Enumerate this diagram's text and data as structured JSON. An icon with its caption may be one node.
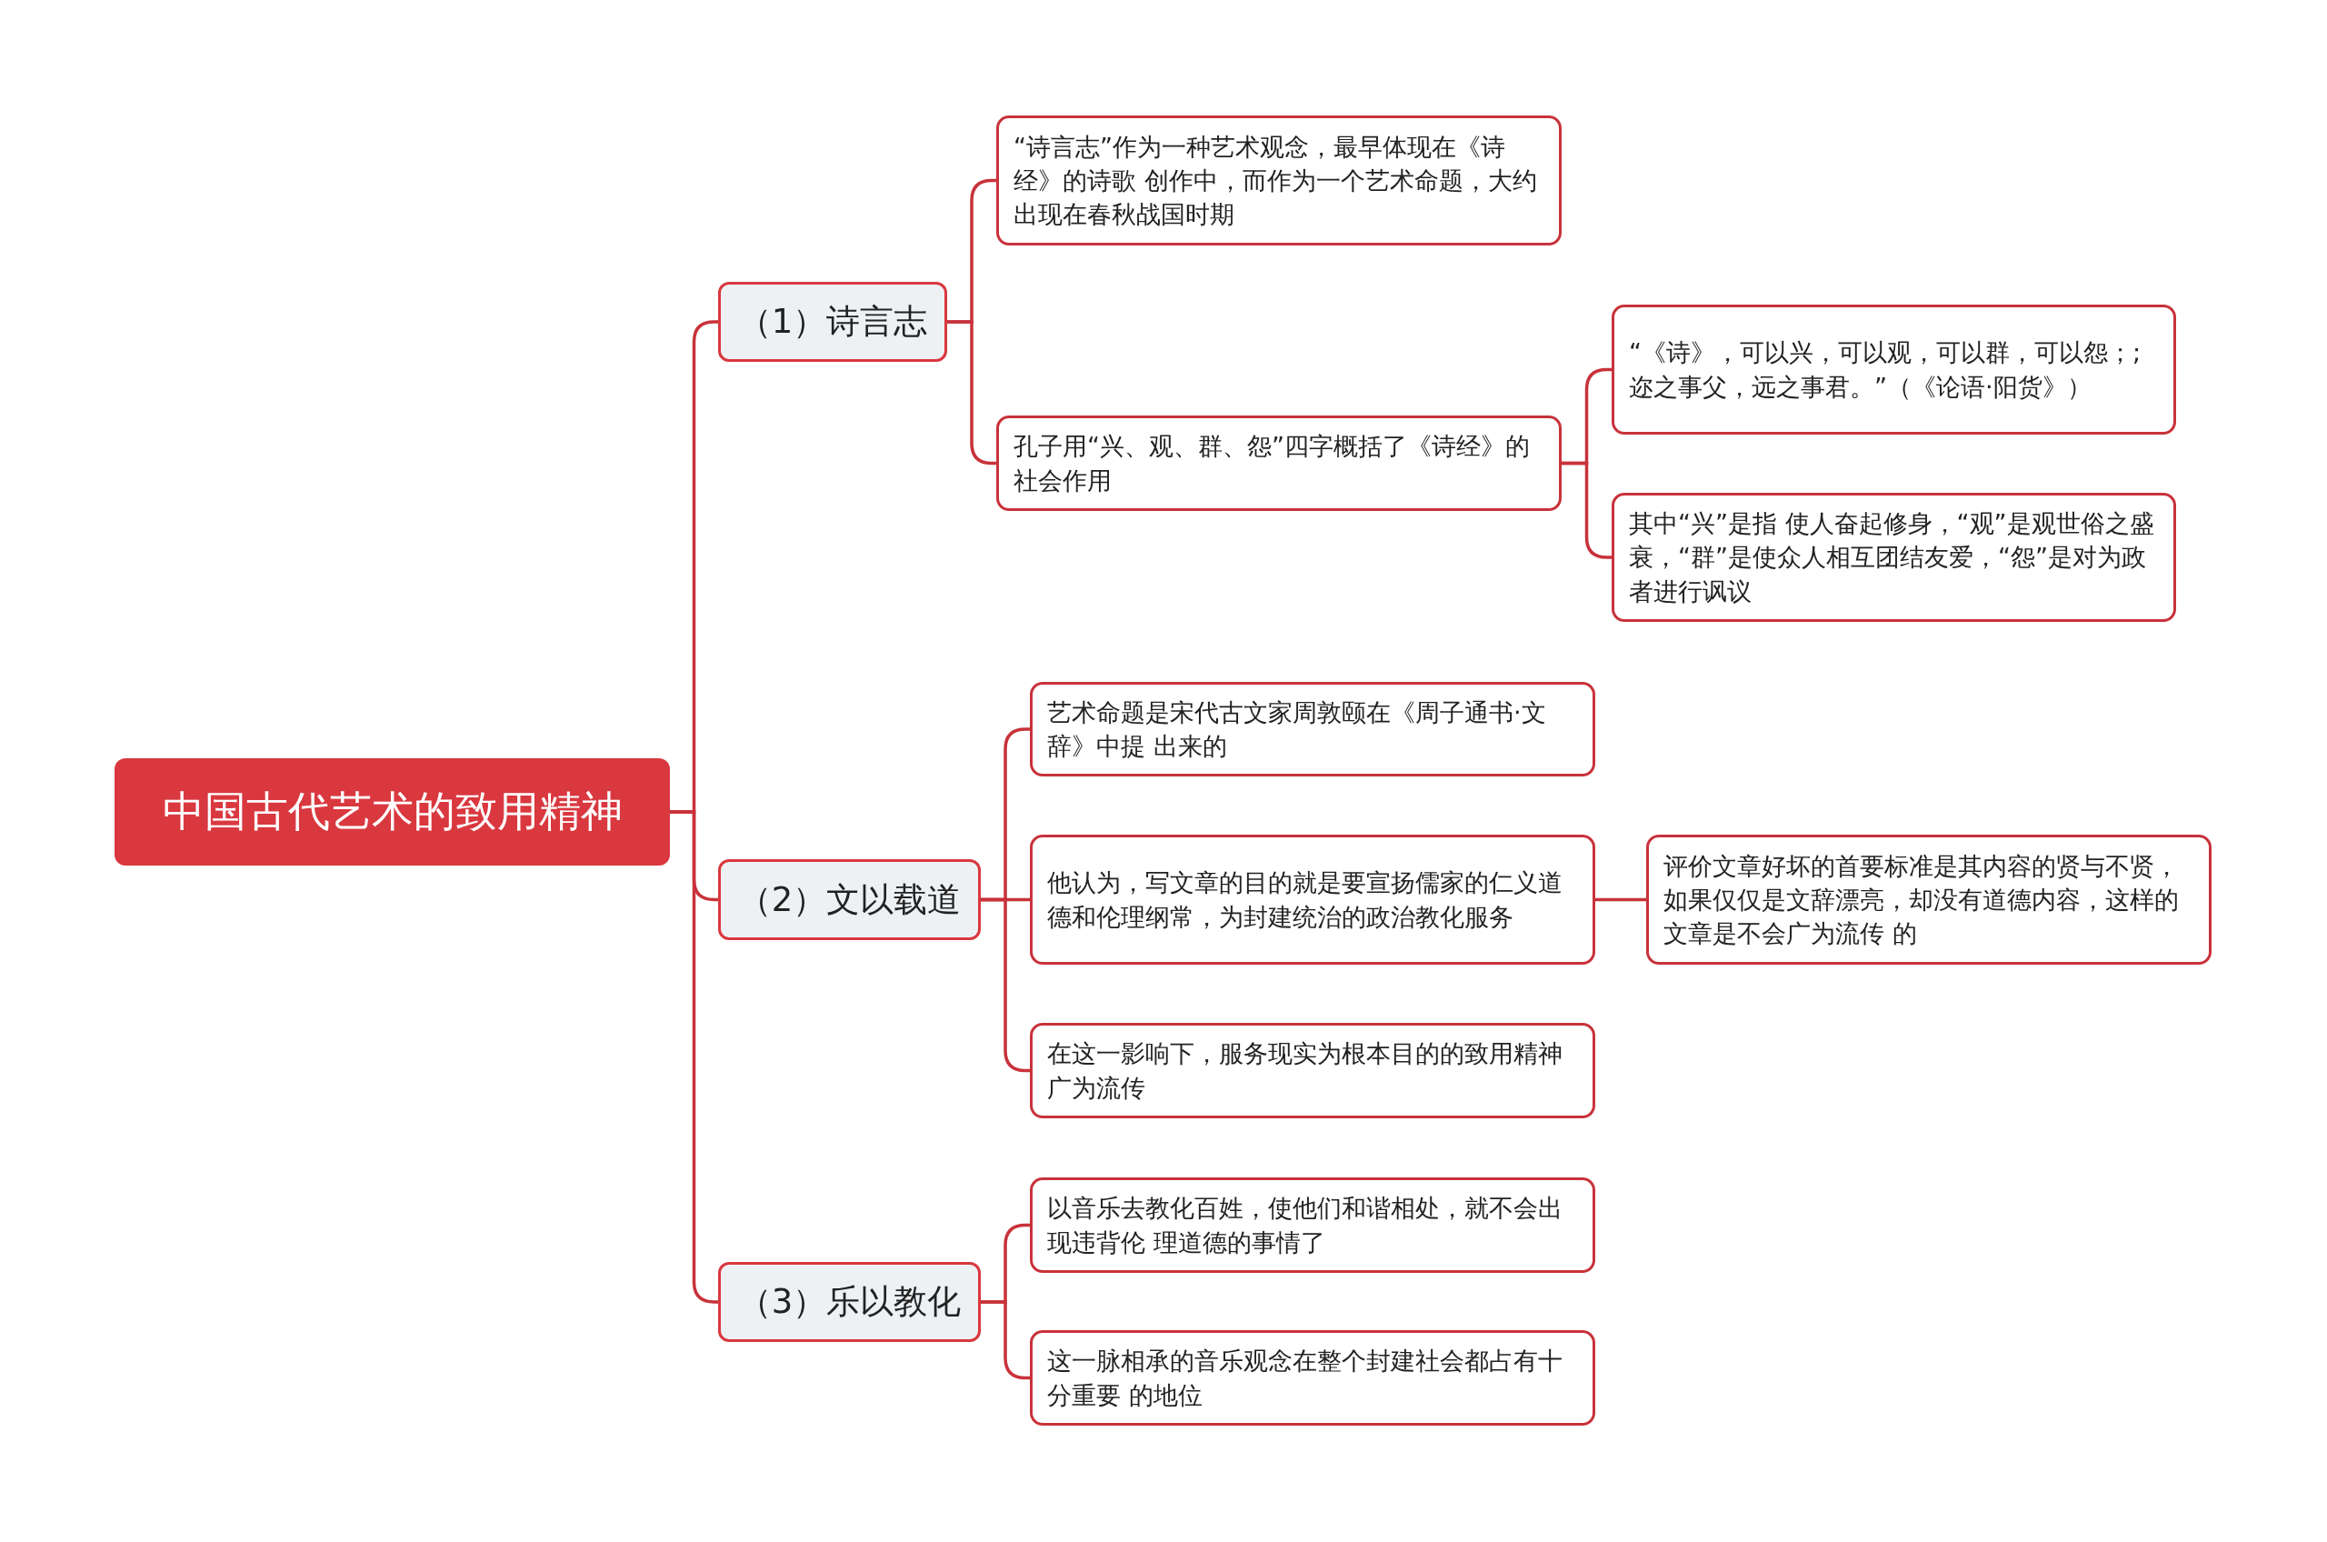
{
  "diagram": {
    "nodes": [
      {
        "text": [
          "中国古代艺术的致用精神"
        ]
      },
      {
        "text": [
          "（1）诗言志"
        ]
      },
      {
        "text": [
          "“诗言志”作为一种艺术观念，最早体现在《诗经》的诗歌 创作中，而作为一个艺术命题，大约出现在春秋战国时期"
        ]
      },
      {
        "text": [
          "孔子用“兴、观、群、怨”四字概括了《诗经》的社会作用"
        ]
      },
      {
        "text": [
          "“《诗》，可以兴，可以观，可以群，可以怨；;迩之事父，远之事君。”（《论语·阳货》）"
        ]
      },
      {
        "text": [
          "其中“兴”是指 使人奋起修身，“观”是观世俗之盛衰，“群”是使众人相互团结友爱，“怨”是对为政者进行讽议"
        ]
      },
      {
        "text": [
          "（2）文以载道"
        ]
      },
      {
        "text": [
          "艺术命题是宋代古文家周敦颐在《周子通书·文辞》中提 出来的"
        ]
      },
      {
        "text": [
          "他认为，写文章的目的就是要宣扬儒家的仁义道德和伦理纲常，为封建统治的政治教化服务"
        ]
      },
      {
        "text": [
          "评价文章好坏的首要标准是其内容的贤与不贤，如果仅仅是文辞漂亮，却没有道德内容，这样的文章是不会广为流传 的"
        ]
      },
      {
        "text": [
          "在这一影响下，服务现实为根本目的的致用精神广为流传"
        ]
      },
      {
        "text": [
          "（3）乐以教化"
        ]
      },
      {
        "text": [
          "以音乐去教化百姓，使他们和谐相处，就不会出现违背伦 理道德的事情了"
        ]
      },
      {
        "text": [
          "这一脉相承的音乐观念在整个封建社会都占有十分重要 的地位"
        ]
      }
    ],
    "edges": [
      {
        "from": 0,
        "to": 1,
        "arrow": "none"
      },
      {
        "from": 0,
        "to": 6,
        "arrow": "none"
      },
      {
        "from": 0,
        "to": 11,
        "arrow": "none"
      },
      {
        "from": 1,
        "to": 2,
        "arrow": "none"
      },
      {
        "from": 1,
        "to": 3,
        "arrow": "none"
      },
      {
        "from": 3,
        "to": 4,
        "arrow": "none"
      },
      {
        "from": 3,
        "to": 5,
        "arrow": "none"
      },
      {
        "from": 6,
        "to": 7,
        "arrow": "none"
      },
      {
        "from": 6,
        "to": 8,
        "arrow": "none"
      },
      {
        "from": 6,
        "to": 10,
        "arrow": "none"
      },
      {
        "from": 8,
        "to": 9,
        "arrow": "none"
      },
      {
        "from": 11,
        "to": 12,
        "arrow": "none"
      },
      {
        "from": 11,
        "to": 13,
        "arrow": "none"
      }
    ]
  }
}
